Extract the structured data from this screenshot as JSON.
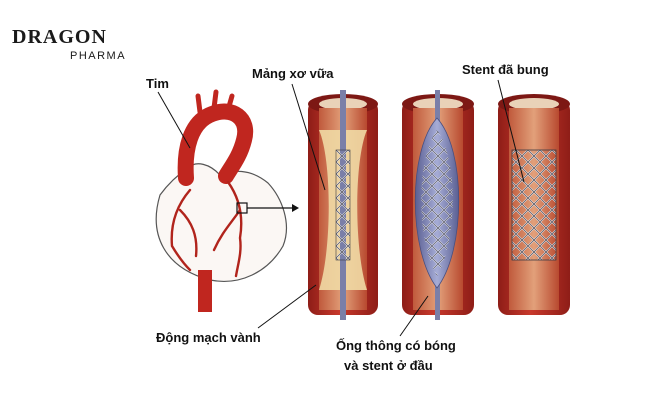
{
  "logo": {
    "brand": "DRAGON",
    "sub": "PHARMA"
  },
  "labels": {
    "heart": "Tim",
    "plaque": "Mảng xơ vữa",
    "stent_expanded": "Stent đã bung",
    "coronary_artery": "Động mạch vành",
    "catheter_line1": "Ống thông có bóng",
    "catheter_line2": "và stent ở đầu"
  },
  "colors": {
    "artery_red": "#b42a22",
    "artery_inner": "#e8c79a",
    "balloon": "#7f86b8",
    "logo_accent": "#c0392b"
  }
}
